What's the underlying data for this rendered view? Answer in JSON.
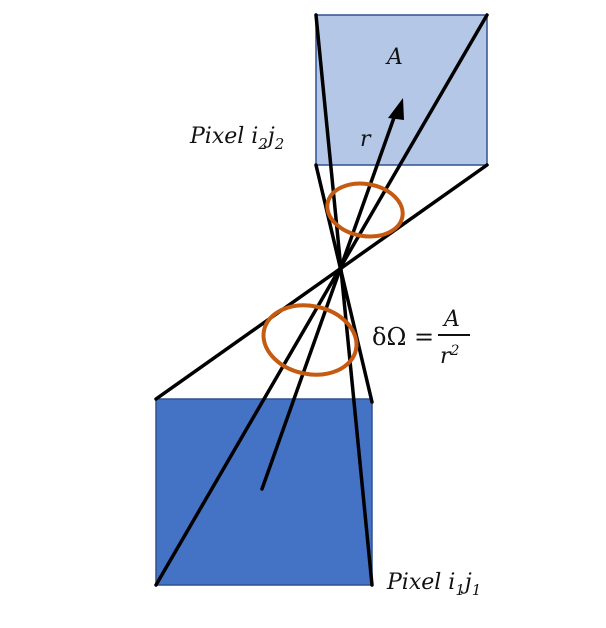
{
  "labels": {
    "pixel_top": {
      "prefix": "Pixel i",
      "sub1": "2",
      "mid": "j",
      "sub2": "2"
    },
    "pixel_bottom": {
      "prefix": "Pixel i",
      "sub1": "1",
      "mid": "j",
      "sub2": "1"
    },
    "area": "A",
    "radius": "r",
    "formula": {
      "lhs": "δΩ =",
      "numerator": "A",
      "denominator_base": "r",
      "denominator_exp": "2"
    }
  },
  "colors": {
    "top_pixel_fill": "#b4c7e7",
    "bottom_pixel_fill": "#4472c4",
    "pixel_border": "#2f528f",
    "ray": "#000000",
    "ellipse": "#c55a11"
  },
  "icons": {
    "arrow": "arrowhead-icon"
  }
}
